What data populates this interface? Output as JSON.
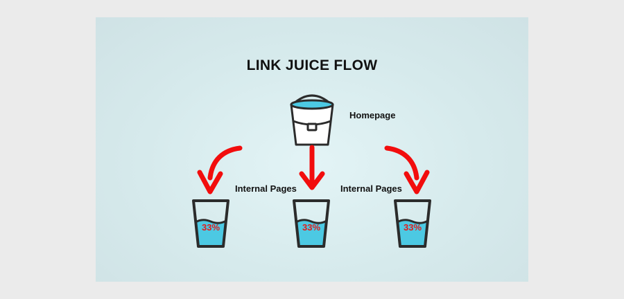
{
  "title": "LINK JUICE FLOW",
  "homepage_label": "Homepage",
  "internal_label_left": "Internal Pages",
  "internal_label_right": "Internal Pages",
  "glasses": [
    {
      "percent": "33%"
    },
    {
      "percent": "33%"
    },
    {
      "percent": "33%"
    }
  ],
  "colors": {
    "arrow": "#f20d0d",
    "water": "#4cc9e3",
    "outline": "#2b2b2b",
    "background": "#d9eef0"
  }
}
